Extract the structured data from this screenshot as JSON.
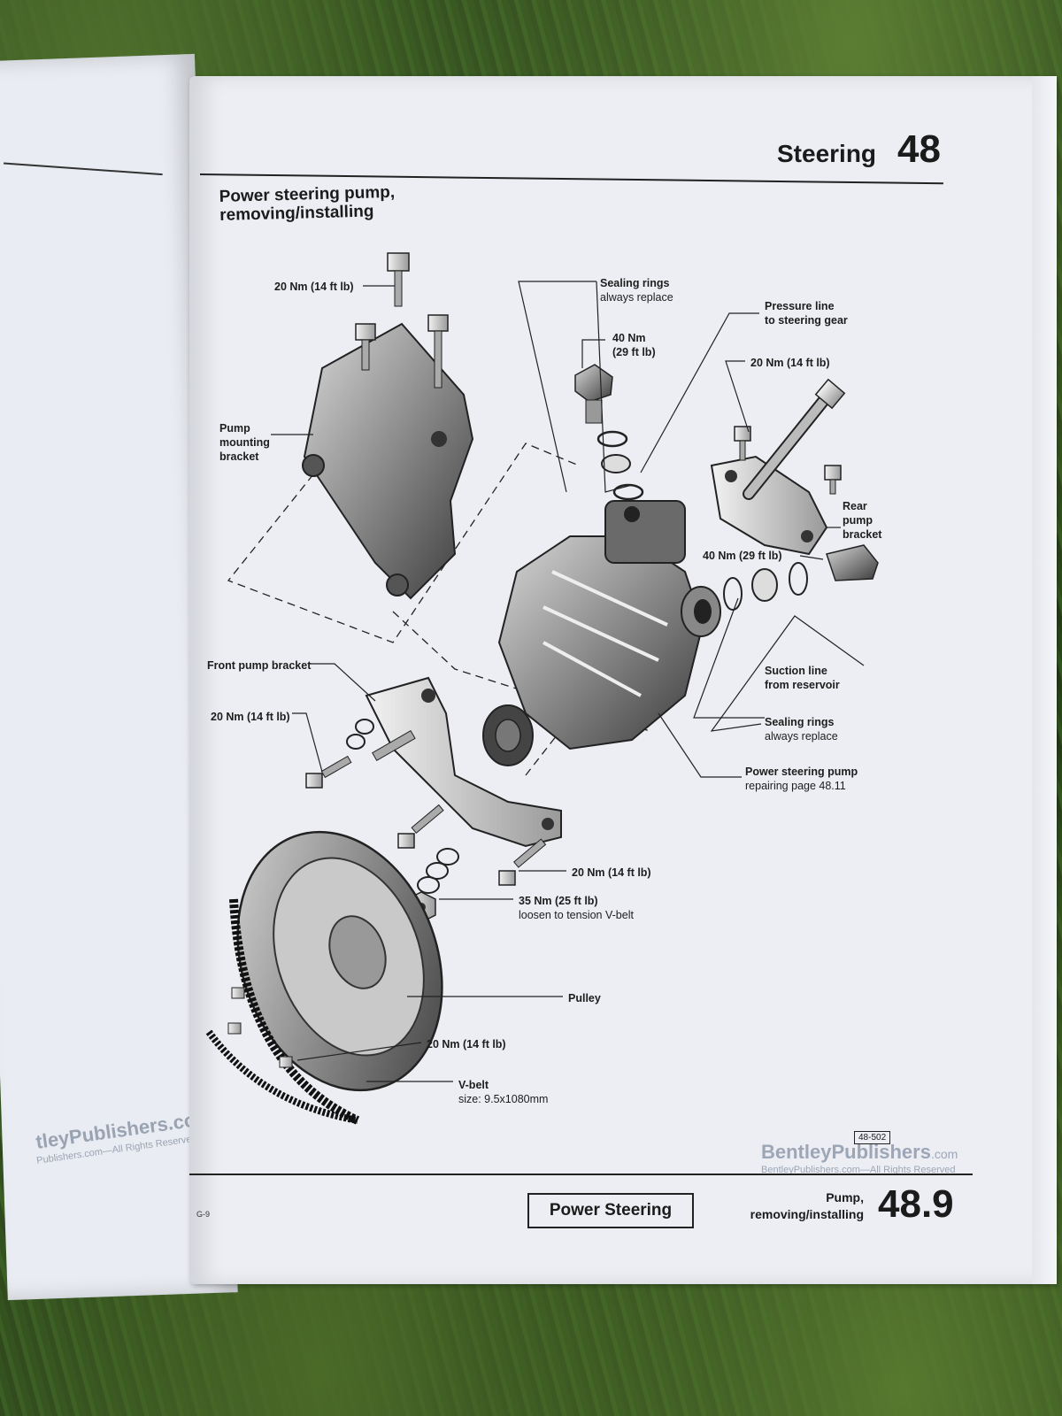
{
  "header": {
    "section_word": "Steering",
    "section_number": "48"
  },
  "title": {
    "line1": "Power steering pump,",
    "line2": "removing/installing"
  },
  "labels": {
    "bolt_top": "20 Nm (14 ft lb)",
    "pump_bracket_1": "Pump",
    "pump_bracket_2": "mounting",
    "pump_bracket_3": "bracket",
    "sealing_top_1": "Sealing rings",
    "sealing_top_2": "always replace",
    "pressure_line_1": "Pressure line",
    "pressure_line_2": "to steering gear",
    "banjo_1": "40 Nm",
    "banjo_2": "(29 ft lb)",
    "rear_bolt": "20 Nm (14 ft lb)",
    "rear_bracket_1": "Rear",
    "rear_bracket_2": "pump",
    "rear_bracket_3": "bracket",
    "suction_banjo": "40 Nm (29 ft lb)",
    "suction_line_1": "Suction line",
    "suction_line_2": "from reservoir",
    "sealing_bottom_1": "Sealing rings",
    "sealing_bottom_2": "always replace",
    "pump_1": "Power steering pump",
    "pump_2": "repairing page 48.11",
    "front_bracket": "Front pump bracket",
    "front_bolt": "20 Nm (14 ft lb)",
    "lower_bolt": "20 Nm (14 ft lb)",
    "nut_1": "35 Nm (25 ft lb)",
    "nut_2": "loosen to tension V-belt",
    "pulley": "Pulley",
    "pulley_bolt": "20 Nm (14 ft lb)",
    "vbelt_1": "V-belt",
    "vbelt_2": "size: 9.5x1080mm"
  },
  "footer": {
    "ref": "48-502",
    "brand": "BentleyPublishers",
    "brand_suffix": ".com",
    "rights": "BentleyPublishers.com—All Rights Reserved",
    "chapter_box": "Power Steering",
    "subtitle_1": "Pump,",
    "subtitle_2": "removing/installing",
    "page_number": "48.9",
    "code": "G-9"
  },
  "left_page": {
    "brand": "tleyPublishers.com",
    "rights": "Publishers.com—All Rights Reserved"
  }
}
